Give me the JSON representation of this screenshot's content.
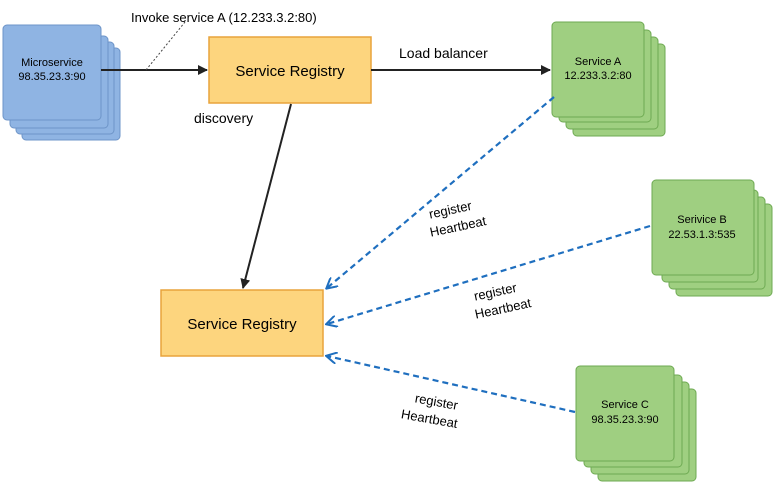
{
  "microservice": {
    "title": "Microservice",
    "address": "98.35.23.3:90",
    "fill_color": "#8fb4e3",
    "stroke_color": "#6d94c8"
  },
  "registry_top": {
    "label": "Service Registry"
  },
  "registry_bottom": {
    "label": "Service Registry"
  },
  "registry_colors": {
    "fill": "#fdd57e",
    "stroke": "#e8a33b"
  },
  "service_colors": {
    "fill": "#9fcf81",
    "stroke": "#6eaa52"
  },
  "invoke_label": "Invoke service A (12.233.3.2:80)",
  "load_balancer_label": "Load balancer",
  "discovery_label": "discovery",
  "service_a": {
    "title": "Service A",
    "address": "12.233.3.2:80"
  },
  "service_b": {
    "title": "Serivice B",
    "address": "22.53.1.3:535"
  },
  "service_c": {
    "title": "Service C",
    "address": "98.35.23.3:90"
  },
  "links": {
    "a": {
      "line1": "register",
      "line2": "Heartbeat"
    },
    "b": {
      "line1": "register",
      "line2": "Heartbeat"
    },
    "c": {
      "line1": "register",
      "line2": "Heartbeat"
    }
  },
  "arrow_color": "#1f6fbf"
}
